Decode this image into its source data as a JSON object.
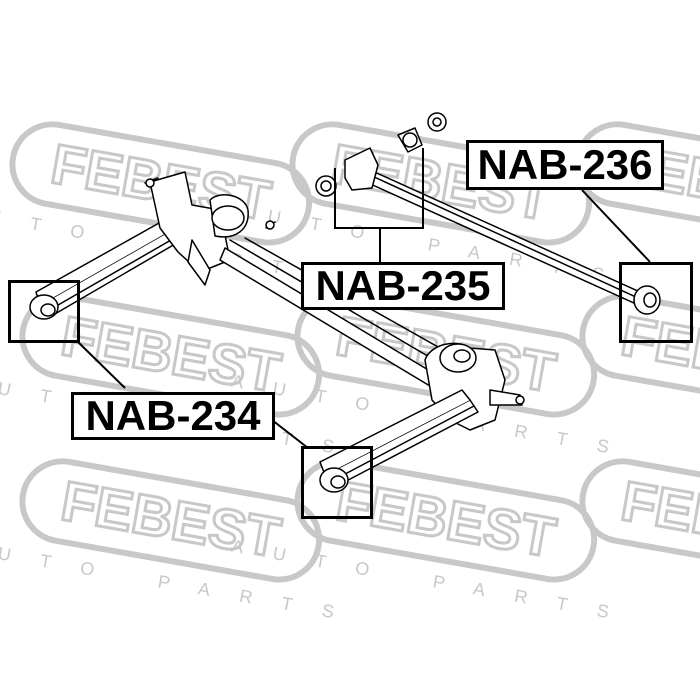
{
  "diagram": {
    "watermark": {
      "brand": "FEBEST",
      "tagline": "AUTO PARTS",
      "color": "#c8c8c8"
    },
    "line_color": "#000000",
    "callouts": [
      {
        "id": "nab-234",
        "label": "NAB-234"
      },
      {
        "id": "nab-235",
        "label": "NAB-235"
      },
      {
        "id": "nab-236",
        "label": "NAB-236"
      }
    ]
  }
}
